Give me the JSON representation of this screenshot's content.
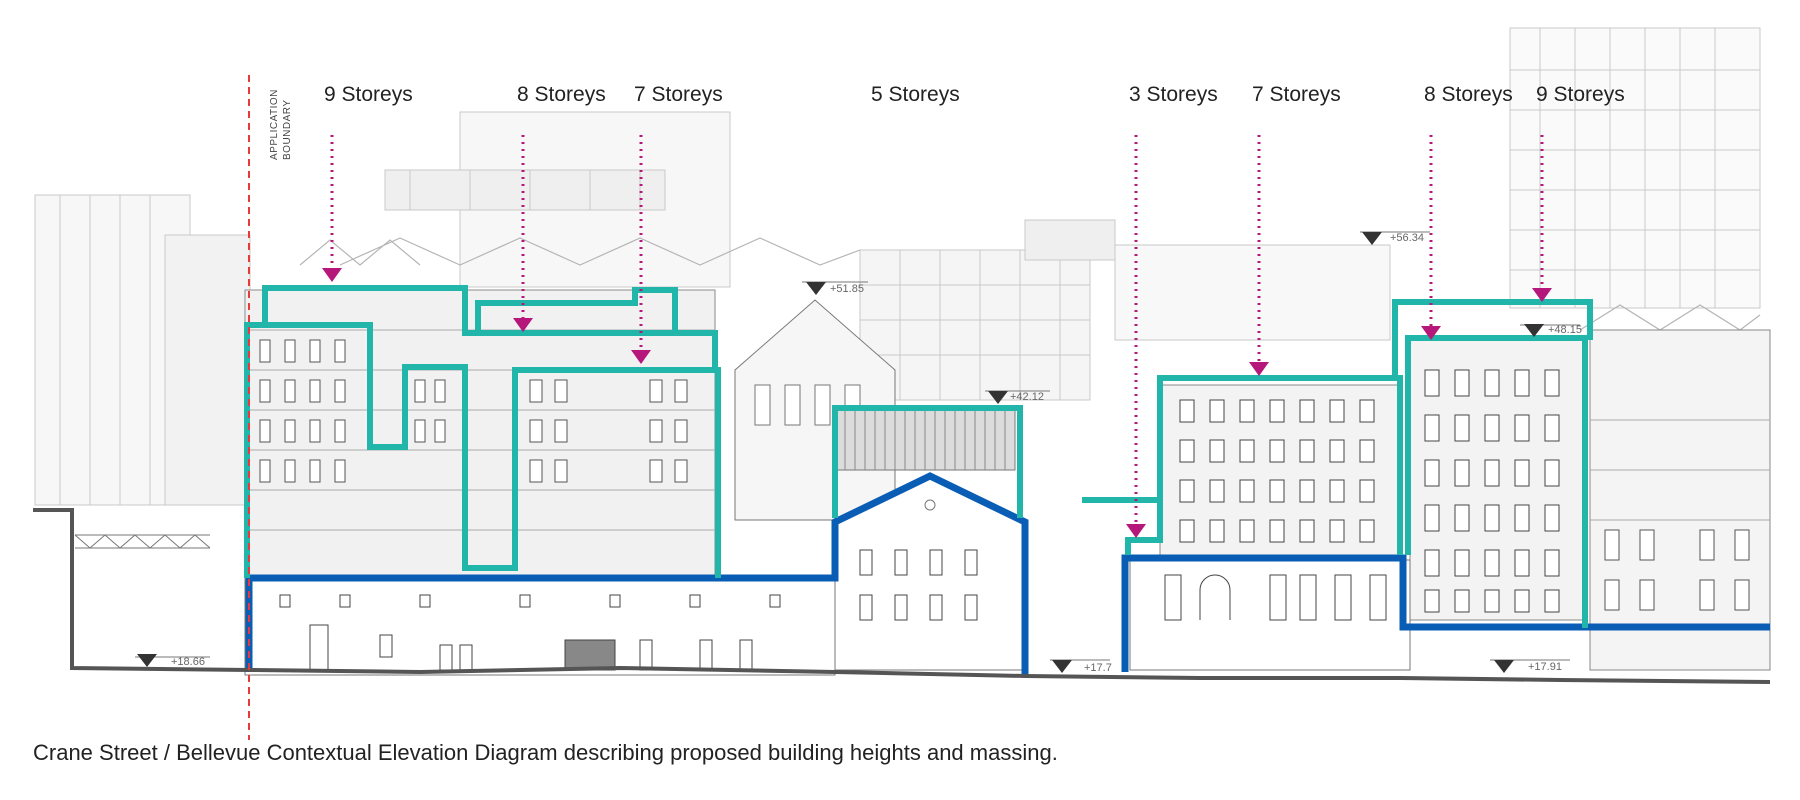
{
  "caption": "Crane Street / Bellevue Contextual Elevation Diagram describing proposed building heights and massing.",
  "boundary_label": [
    "APPLICATION",
    "BOUNDARY"
  ],
  "storey_labels": [
    "9 Storeys",
    "8 Storeys",
    "7 Storeys",
    "5 Storeys",
    "3 Storeys",
    "7 Storeys",
    "8 Storeys",
    "9 Storeys"
  ],
  "level_markers": [
    "+18.66",
    "+51.85",
    "+42.12",
    "+56.34",
    "+48.15",
    "+17.7",
    "+17.91"
  ],
  "colors": {
    "proposed_outline": "#22b5a9",
    "existing_outline": "#0a5db5",
    "storey_arrow": "#b5177a",
    "application_boundary": "#e83a3a",
    "ground_line": "#555555",
    "context_lines": "#b0b0b0"
  }
}
